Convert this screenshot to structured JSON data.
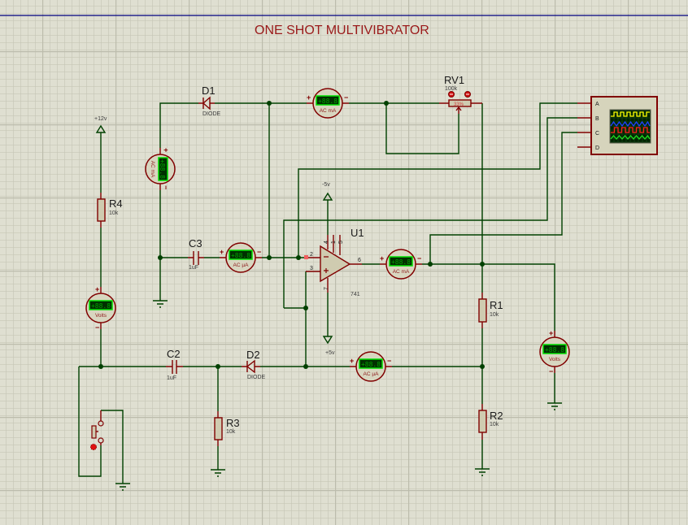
{
  "title": "ONE SHOT MULTIVIBRATOR",
  "colors": {
    "wire": "#004000",
    "component": "#800000",
    "background": "#dfdfd1",
    "title": "#9a1a1a",
    "meter_display": "#00e000"
  },
  "components": {
    "d1": {
      "ref": "D1",
      "value": "DIODE"
    },
    "d2": {
      "ref": "D2",
      "value": "DIODE"
    },
    "rv1": {
      "ref": "RV1",
      "value": "100k",
      "setting": "33%"
    },
    "u1": {
      "ref": "U1",
      "value": "741",
      "pins": {
        "inv": "2",
        "noninv": "3",
        "out": "6",
        "vneg": "4",
        "offset1": "1",
        "offset2": "5",
        "vpos": "7"
      }
    },
    "r1": {
      "ref": "R1",
      "value": "10k"
    },
    "r2": {
      "ref": "R2",
      "value": "10k"
    },
    "r3": {
      "ref": "R3",
      "value": "10k"
    },
    "r4": {
      "ref": "R4",
      "value": "10k"
    },
    "c2": {
      "ref": "C2",
      "value": "1uF"
    },
    "c3": {
      "ref": "C3",
      "value": "1uF"
    }
  },
  "supplies": {
    "neg5": "-5v",
    "pos5": "+5v",
    "pos12": "+12v"
  },
  "oscilloscope": {
    "channels": [
      "A",
      "B",
      "C",
      "D"
    ],
    "trace_colors": [
      "#ffff00",
      "#2040ff",
      "#ff2020",
      "#20e020"
    ]
  },
  "meters": [
    {
      "unit": "AC mA",
      "reading": "+88.8",
      "plus": "+",
      "minus": "−"
    },
    {
      "unit": "AC mA",
      "reading": "+88.8",
      "plus": "+",
      "minus": "−"
    },
    {
      "unit": "AC µA",
      "reading": "+88.8",
      "plus": "+",
      "minus": "−"
    },
    {
      "unit": "AC mA",
      "reading": "+88.8",
      "plus": "+",
      "minus": "−"
    },
    {
      "unit": "AC µA",
      "reading": "+88.8",
      "plus": "+",
      "minus": "−"
    },
    {
      "unit": "Volts",
      "reading": "+88.8",
      "plus": "+",
      "minus": "−"
    },
    {
      "unit": "Volts",
      "reading": "+88.8",
      "plus": "+",
      "minus": "−"
    }
  ]
}
